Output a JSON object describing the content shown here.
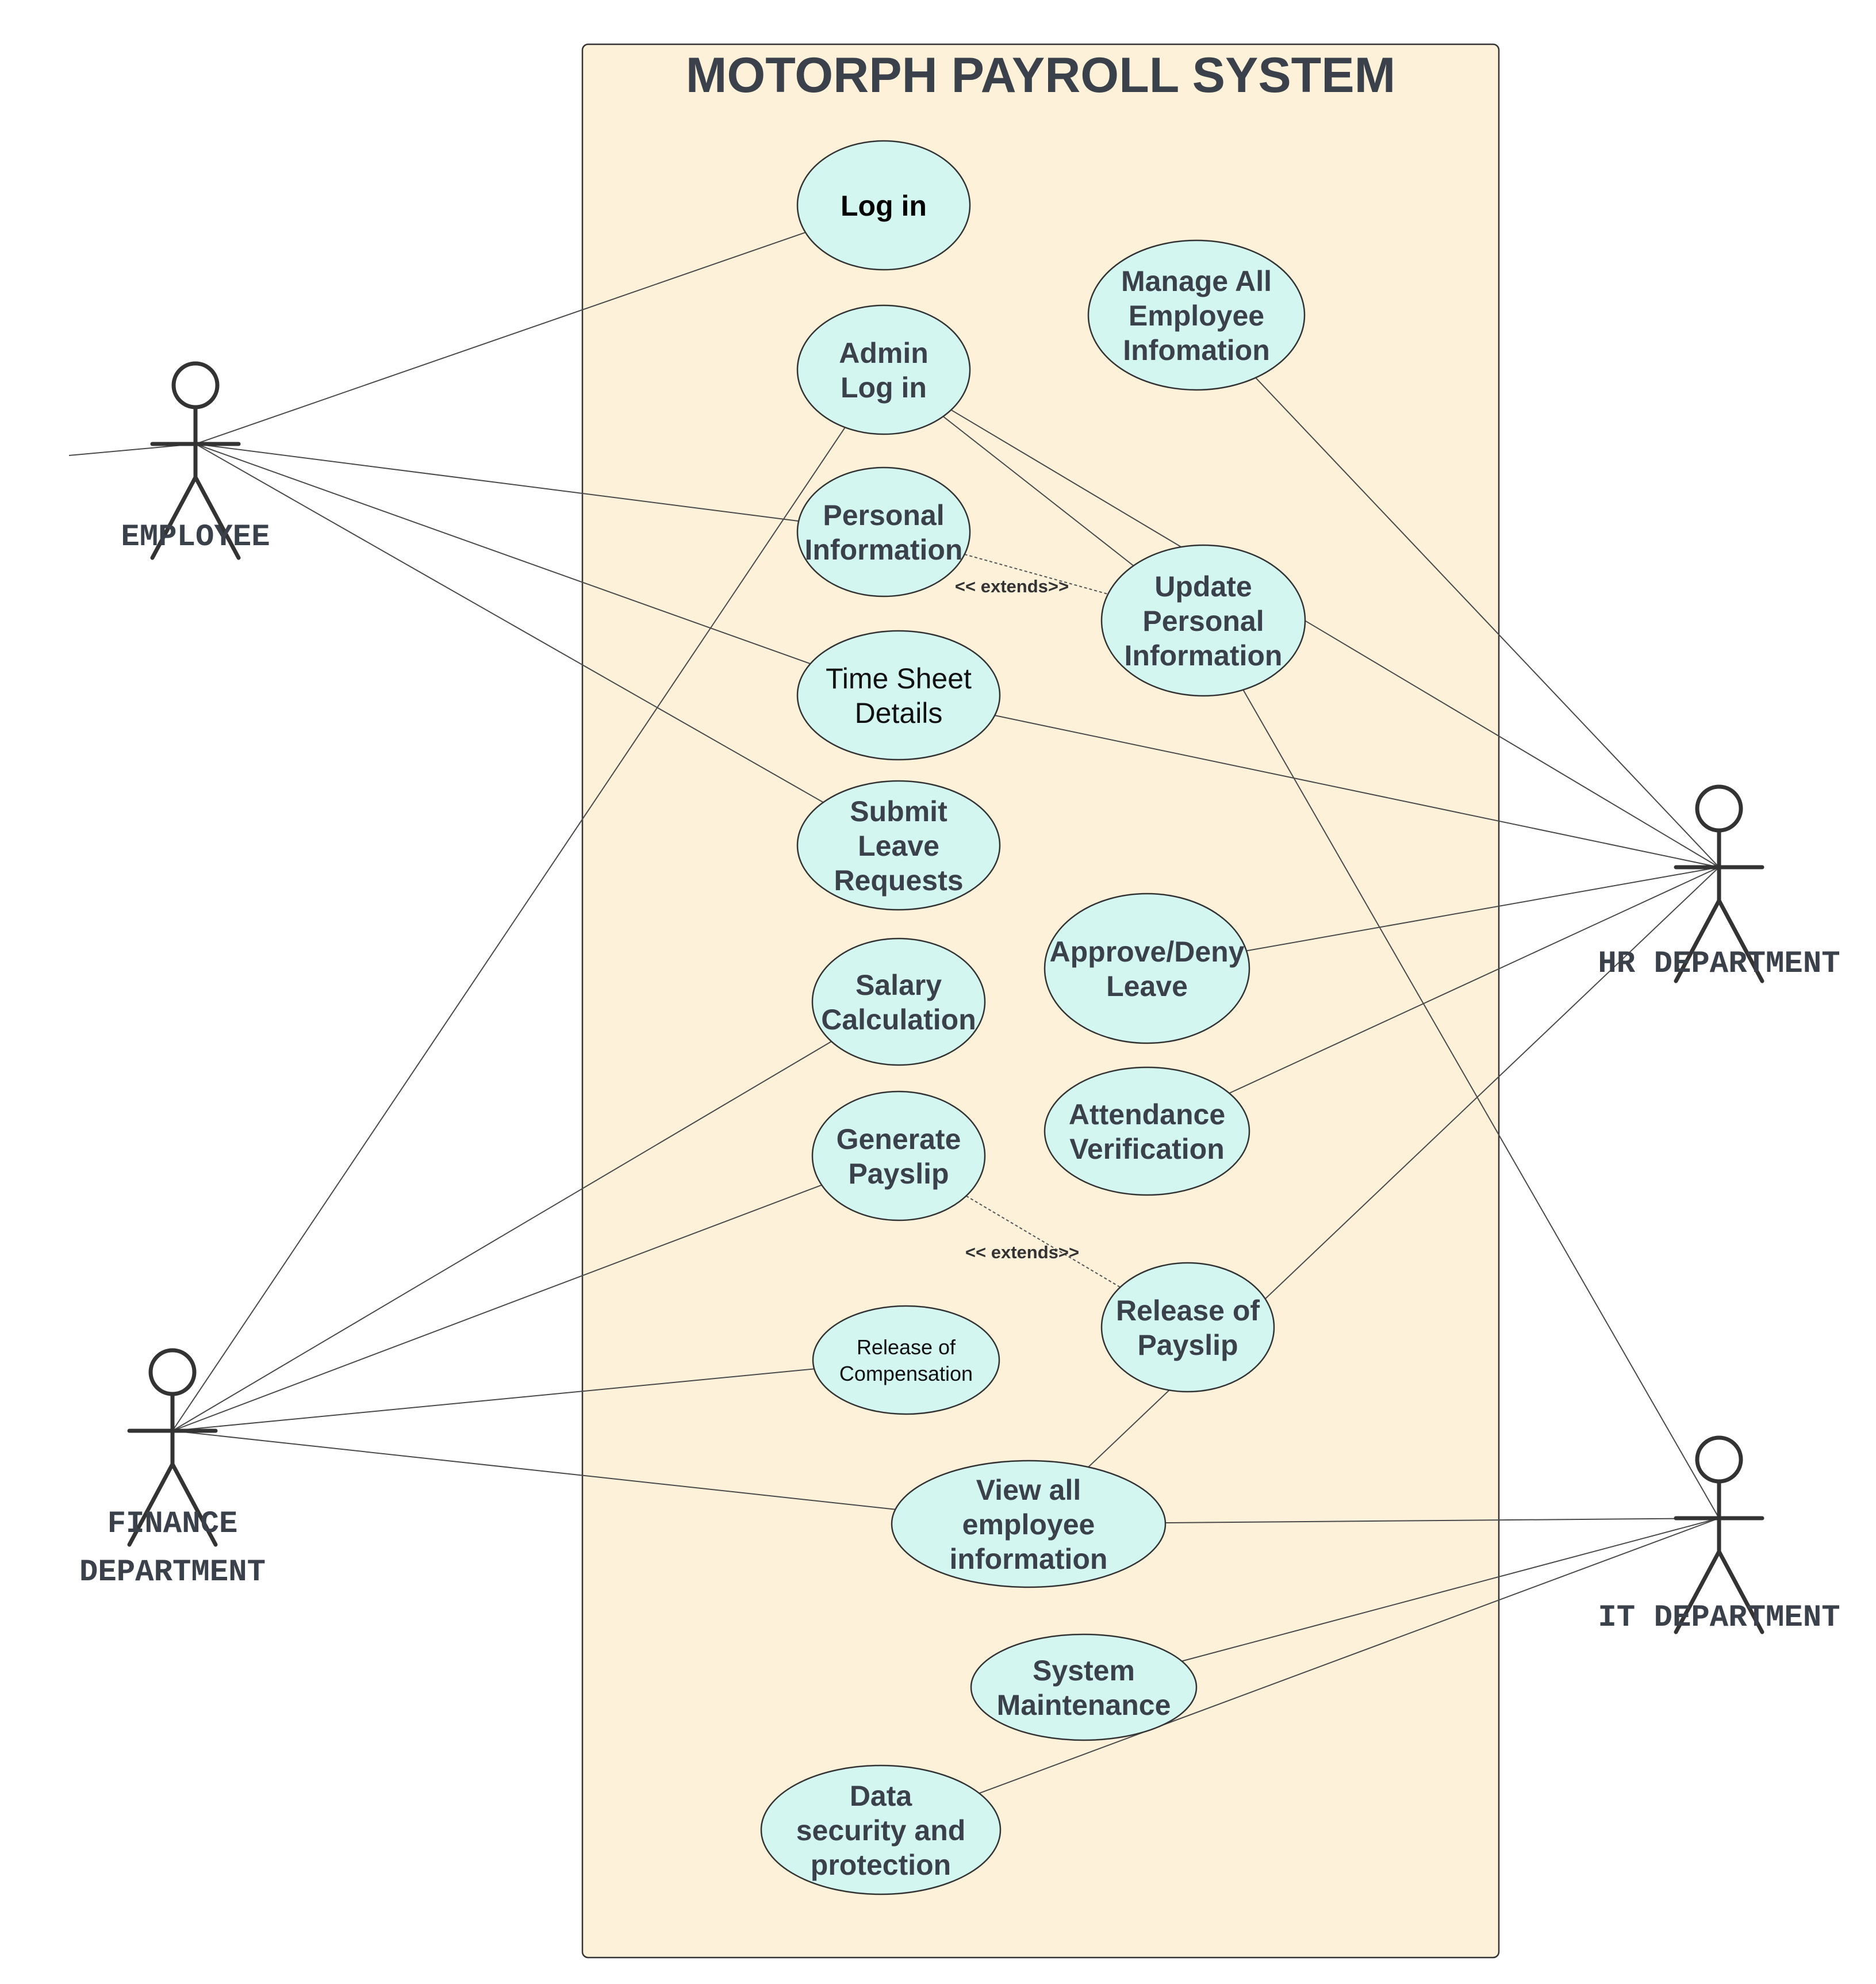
{
  "system": {
    "title": "MOTORPH PAYROLL SYSTEM",
    "boundary_fill": "#fdf1da",
    "boundary_stroke": "#333333"
  },
  "colors": {
    "usecase_fill": "#d4f6f1",
    "line": "#4a4a4a",
    "text": "#3a414a"
  },
  "actors": [
    {
      "id": "employee",
      "label_lines": [
        "EMPLOYEE"
      ]
    },
    {
      "id": "hr",
      "label_lines": [
        "HR DEPARTMENT"
      ]
    },
    {
      "id": "finance",
      "label_lines": [
        "FINANCE",
        "DEPARTMENT"
      ]
    },
    {
      "id": "it",
      "label_lines": [
        "IT DEPARTMENT"
      ]
    }
  ],
  "use_cases": [
    {
      "id": "login",
      "lines": [
        "Log in"
      ]
    },
    {
      "id": "admin-login",
      "lines": [
        "Admin",
        "Log in"
      ]
    },
    {
      "id": "manage-all",
      "lines": [
        "Manage All",
        "Employee",
        "Infomation"
      ]
    },
    {
      "id": "personal-info",
      "lines": [
        "Personal",
        "Information"
      ]
    },
    {
      "id": "update-personal",
      "lines": [
        "Update",
        "Personal",
        "Information"
      ]
    },
    {
      "id": "timesheet",
      "lines": [
        "Time Sheet",
        "Details"
      ]
    },
    {
      "id": "submit-leave",
      "lines": [
        "Submit",
        "Leave",
        "Requests"
      ]
    },
    {
      "id": "salary-calc",
      "lines": [
        "Salary",
        "Calculation"
      ]
    },
    {
      "id": "approve-leave",
      "lines": [
        "Approve/Deny",
        "Leave"
      ]
    },
    {
      "id": "generate-payslip",
      "lines": [
        "Generate",
        "Payslip"
      ]
    },
    {
      "id": "attendance",
      "lines": [
        "Attendance",
        "Verification"
      ]
    },
    {
      "id": "release-payslip",
      "lines": [
        "Release of",
        "Payslip"
      ]
    },
    {
      "id": "release-comp",
      "lines": [
        "Release of",
        "Compensation"
      ]
    },
    {
      "id": "view-all",
      "lines": [
        "View all",
        "employee",
        "information"
      ]
    },
    {
      "id": "system-maint",
      "lines": [
        "System",
        "Maintenance"
      ]
    },
    {
      "id": "data-security",
      "lines": [
        "Data",
        "security and",
        "protection"
      ]
    }
  ],
  "associations": [
    [
      "employee",
      "login"
    ],
    [
      "employee",
      "personal-info"
    ],
    [
      "employee",
      "timesheet"
    ],
    [
      "employee",
      "submit-leave"
    ],
    [
      "finance",
      "admin-login"
    ],
    [
      "finance",
      "salary-calc"
    ],
    [
      "finance",
      "generate-payslip"
    ],
    [
      "finance",
      "release-comp"
    ],
    [
      "finance",
      "view-all"
    ],
    [
      "hr",
      "admin-login"
    ],
    [
      "hr",
      "manage-all"
    ],
    [
      "hr",
      "timesheet"
    ],
    [
      "hr",
      "approve-leave"
    ],
    [
      "hr",
      "attendance"
    ],
    [
      "hr",
      "view-all"
    ],
    [
      "it",
      "update-personal"
    ],
    [
      "it",
      "view-all"
    ],
    [
      "it",
      "system-maint"
    ],
    [
      "it",
      "data-security"
    ],
    [
      "admin-login",
      "update-personal"
    ]
  ],
  "extends": [
    {
      "from": "personal-info",
      "to": "update-personal",
      "label": "<< extends>>"
    },
    {
      "from": "generate-payslip",
      "to": "release-payslip",
      "label": "<< extends>>"
    }
  ]
}
